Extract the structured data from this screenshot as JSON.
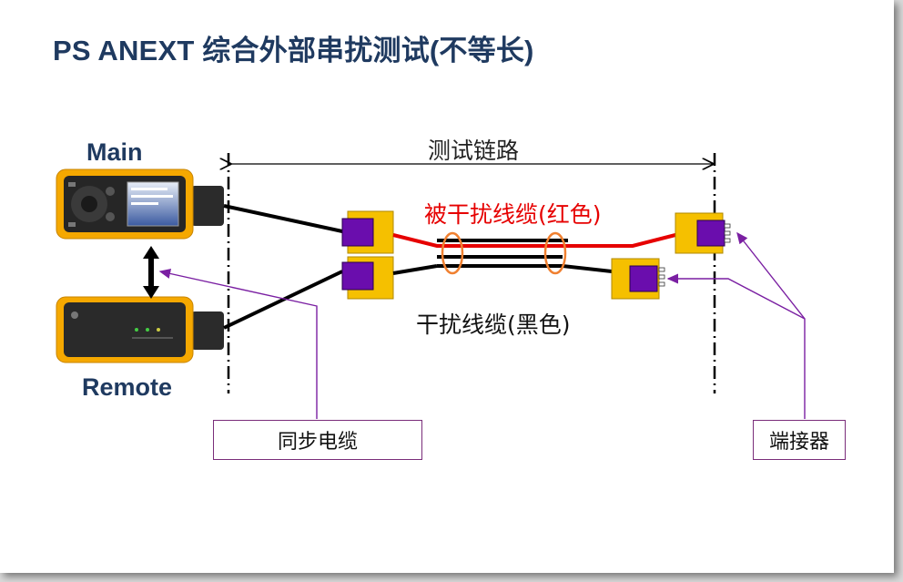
{
  "title": "PS ANEXT 综合外部串扰测试(不等长)",
  "labels": {
    "main": "Main",
    "remote": "Remote",
    "test_link": "测试链路",
    "disturbed_cable": "被干扰线缆(红色)",
    "disturber_cable": "干扰线缆(黑色)",
    "sync_cable": "同步电缆",
    "terminator": "端接器"
  },
  "colors": {
    "title": "#1f3a60",
    "device_body": "#f5a800",
    "connector": "#6a0dad",
    "connector_body": "#f5c000",
    "disturbed_cable": "#e60000",
    "disturber_cable": "#000000",
    "callout": "#7a1fa2",
    "ring": "#f08030"
  },
  "icons": {
    "main_device": "cable-tester-main-icon",
    "remote_device": "cable-tester-remote-icon",
    "sync_arrow": "double-arrow-icon"
  }
}
